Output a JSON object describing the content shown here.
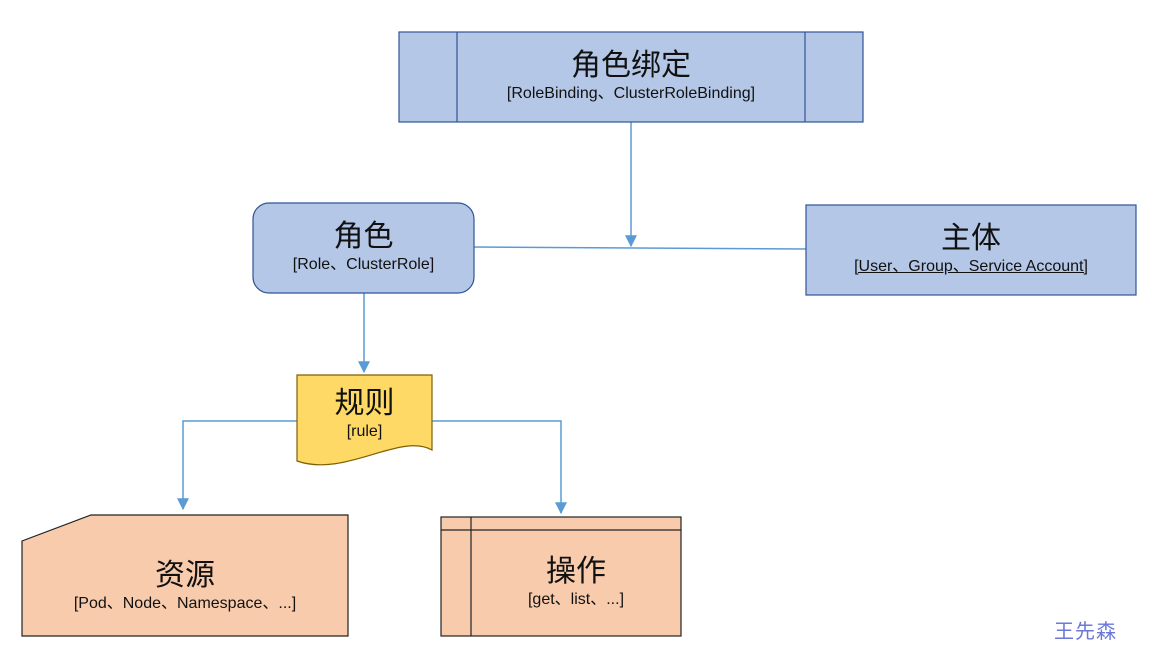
{
  "nodes": {
    "role_binding": {
      "title": "角色绑定",
      "subtitle": "[RoleBinding、ClusterRoleBinding]"
    },
    "role": {
      "title": "角色",
      "subtitle": "[Role、ClusterRole]"
    },
    "subject": {
      "title": "主体",
      "subtitle": "[User、Group、Service Account]"
    },
    "rule": {
      "title": "规则",
      "subtitle": "[rule]"
    },
    "resource": {
      "title": "资源",
      "subtitle": "[Pod、Node、Namespace、...]"
    },
    "operation": {
      "title": "操作",
      "subtitle": "[get、list、...]"
    }
  },
  "watermark": "王先森",
  "colors": {
    "blue_fill": "#b4c7e7",
    "blue_stroke": "#2f5597",
    "yellow_fill": "#ffd966",
    "orange_fill": "#f8cbad",
    "connector": "#5b9bd5"
  }
}
